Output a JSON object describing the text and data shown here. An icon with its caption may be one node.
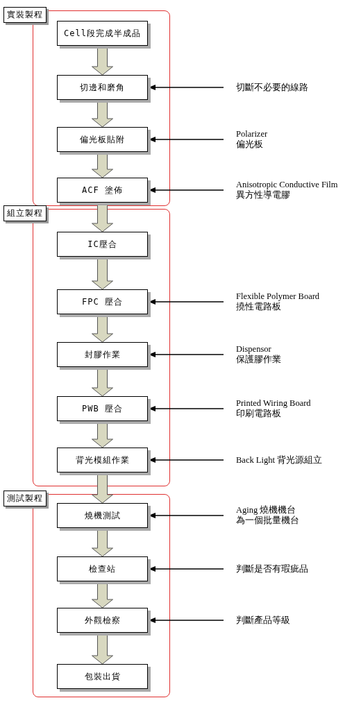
{
  "diagram": {
    "nodes": [
      {
        "text": [
          "實裝製程"
        ]
      },
      {
        "text": [
          "Cell段完成半成品"
        ],
        "in": 0
      },
      {
        "text": [
          "切邊和磨角"
        ],
        "in": 0
      },
      {
        "text": [
          "偏光板貼附"
        ],
        "in": 0
      },
      {
        "text": [
          "ACF 塗佈"
        ],
        "in": 0
      },
      {
        "text": [
          "組立製程"
        ]
      },
      {
        "text": [
          "IC壓合"
        ],
        "in": 5
      },
      {
        "text": [
          "FPC 壓合"
        ],
        "in": 5
      },
      {
        "text": [
          "封膠作業"
        ],
        "in": 5
      },
      {
        "text": [
          "PWB 壓合"
        ],
        "in": 5
      },
      {
        "text": [
          "背光模組作業"
        ],
        "in": 5
      },
      {
        "text": [
          "測試製程"
        ]
      },
      {
        "text": [
          "燒機測試"
        ],
        "in": 11
      },
      {
        "text": [
          "檢查站"
        ],
        "in": 11
      },
      {
        "text": [
          "外觀檢察"
        ],
        "in": 11
      },
      {
        "text": [
          "包裝出貨"
        ],
        "in": 11
      },
      {
        "text": [
          "切斷不必要的線路"
        ]
      },
      {
        "text": [
          "Polarizer",
          "偏光板"
        ]
      },
      {
        "text": [
          "Anisotropic Conductive Film",
          "異方性導電膠"
        ]
      },
      {
        "text": [
          "Flexible Polymer Board",
          "撓性電路板"
        ]
      },
      {
        "text": [
          "Dispensor",
          "保護膠作業"
        ]
      },
      {
        "text": [
          "Printed Wiring Board",
          "印刷電路板"
        ]
      },
      {
        "text": [
          "Back Light 背光源組立"
        ]
      },
      {
        "text": [
          "Aging 燒機機台",
          "為一個批量機台"
        ]
      },
      {
        "text": [
          "判斷是否有瑕疵品"
        ]
      },
      {
        "text": [
          "判斷產品等級"
        ]
      }
    ],
    "edges": [
      {
        "from": 1,
        "to": 2,
        "arrow": "to",
        "style": "thick"
      },
      {
        "from": 2,
        "to": 3,
        "arrow": "to",
        "style": "thick"
      },
      {
        "from": 3,
        "to": 4,
        "arrow": "to",
        "style": "thick"
      },
      {
        "from": 4,
        "to": 6,
        "arrow": "to",
        "style": "thick"
      },
      {
        "from": 6,
        "to": 7,
        "arrow": "to",
        "style": "thick"
      },
      {
        "from": 7,
        "to": 8,
        "arrow": "to",
        "style": "thick"
      },
      {
        "from": 8,
        "to": 9,
        "arrow": "to",
        "style": "thick"
      },
      {
        "from": 9,
        "to": 10,
        "arrow": "to",
        "style": "thick"
      },
      {
        "from": 10,
        "to": 12,
        "arrow": "to",
        "style": "thick"
      },
      {
        "from": 12,
        "to": 13,
        "arrow": "to",
        "style": "thick"
      },
      {
        "from": 13,
        "to": 14,
        "arrow": "to",
        "style": "thick"
      },
      {
        "from": 14,
        "to": 15,
        "arrow": "to",
        "style": "thick"
      },
      {
        "from": 16,
        "to": 2,
        "arrow": "to"
      },
      {
        "from": 17,
        "to": 3,
        "arrow": "to"
      },
      {
        "from": 18,
        "to": 4,
        "arrow": "to"
      },
      {
        "from": 19,
        "to": 7,
        "arrow": "to"
      },
      {
        "from": 20,
        "to": 8,
        "arrow": "to"
      },
      {
        "from": 21,
        "to": 9,
        "arrow": "to"
      },
      {
        "from": 22,
        "to": 10,
        "arrow": "to"
      },
      {
        "from": 23,
        "to": 12,
        "arrow": "to"
      },
      {
        "from": 24,
        "to": 13,
        "arrow": "to"
      },
      {
        "from": 25,
        "to": 14,
        "arrow": "to"
      }
    ]
  }
}
